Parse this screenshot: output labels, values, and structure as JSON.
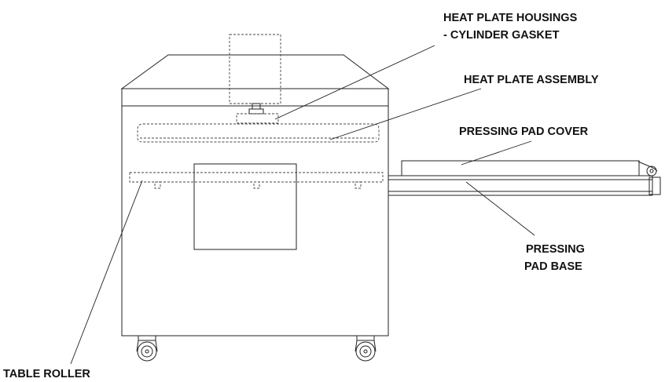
{
  "callouts": {
    "heat_plate_housings_line1": "HEAT PLATE HOUSINGS",
    "heat_plate_housings_line2": "- CYLINDER GASKET",
    "heat_plate_assembly": "HEAT PLATE ASSEMBLY",
    "pressing_pad_cover": "PRESSING PAD COVER",
    "pressing_pad_base_line1": "PRESSING",
    "pressing_pad_base_line2": "PAD BASE",
    "table_roller": "TABLE ROLLER"
  }
}
